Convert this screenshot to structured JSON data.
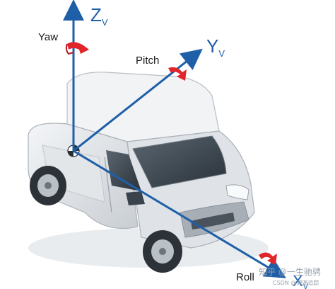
{
  "labels": {
    "yaw": "Yaw",
    "pitch": "Pitch",
    "roll": "Roll"
  },
  "axes": {
    "z": {
      "letter": "Z",
      "sub": "V"
    },
    "y": {
      "letter": "Y",
      "sub": "V"
    },
    "x": {
      "letter": "X",
      "sub": "V"
    }
  },
  "watermark": {
    "line1": "知乎 @一生驰骋",
    "line2": "CSDN @溯源追踪"
  },
  "colors": {
    "axis": "#1f5fa8",
    "rotation_marker": "#e0262b",
    "car_body": "#e6e9ec",
    "glass": "#3b4650"
  }
}
